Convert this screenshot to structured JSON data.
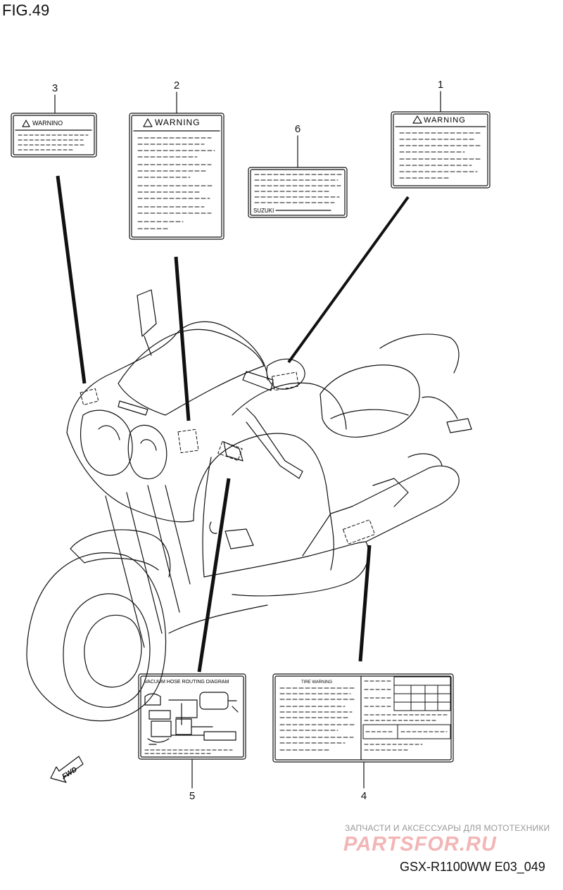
{
  "figure": {
    "title": "FIG.49",
    "model_code": "GSX-R1100WW   E03_049"
  },
  "callouts": [
    "3",
    "2",
    "6",
    "1",
    "5",
    "4"
  ],
  "labels": {
    "warning_small": "WARNINO",
    "warning_2": "WARNING",
    "warning_1": "WARNING",
    "brand": "SUZUKI",
    "vacuum_title": "VACUUM HOSE ROUTING DIAGRAM",
    "tire_title": "TIRE WARNING"
  },
  "direction_arrow": "FWD",
  "watermark": {
    "text": "ЗАПЧАСТИ И АКСЕССУАРЫ ДЛЯ МОТОТЕХНИКИ",
    "logo": "PARTSFOR.RU"
  }
}
